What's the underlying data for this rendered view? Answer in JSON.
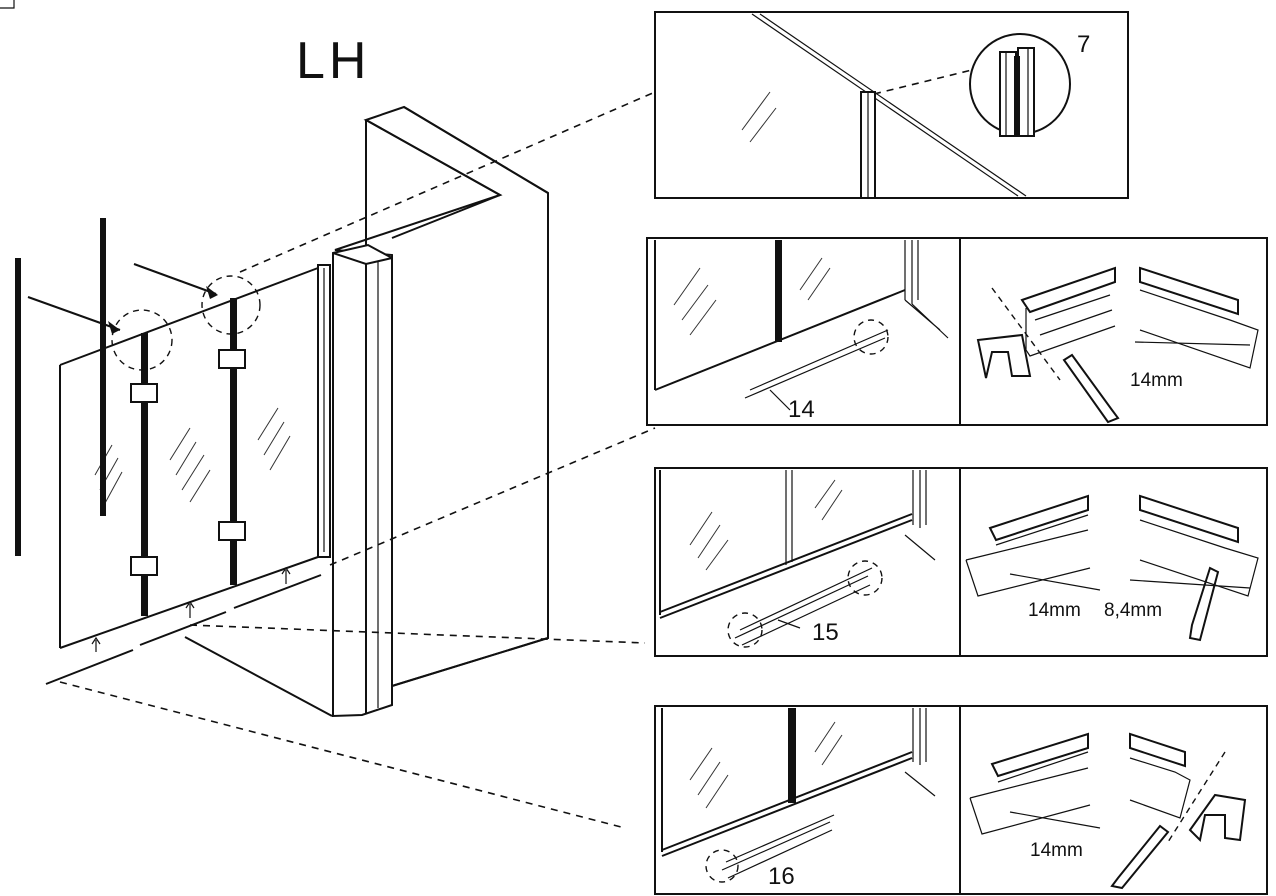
{
  "title": "LH",
  "callouts": {
    "seal_magnet": "7",
    "seal_1": "14",
    "seal_2": "15",
    "seal_3": "16"
  },
  "measurements": {
    "panel1_a": "14mm",
    "panel2_a": "14mm",
    "panel2_b": "8,4mm",
    "panel3_a": "14mm"
  }
}
